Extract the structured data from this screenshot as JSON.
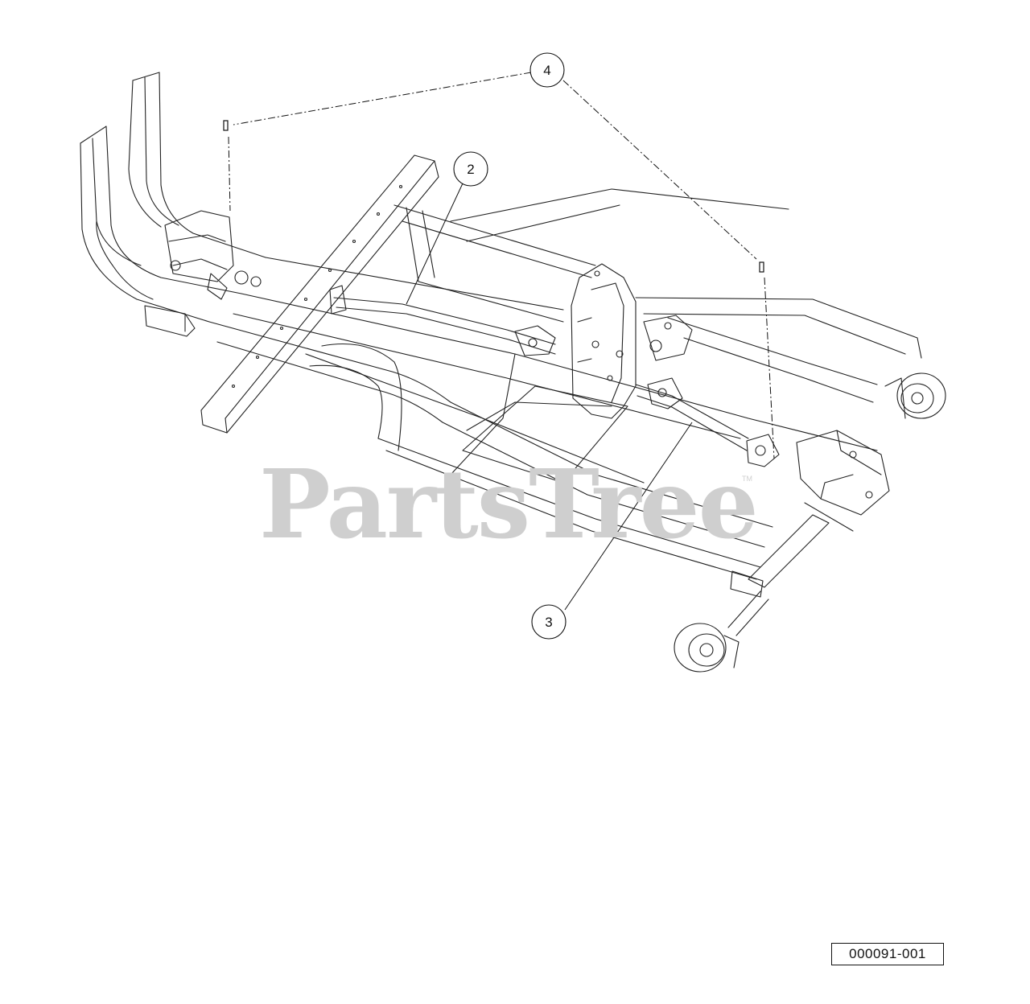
{
  "callouts": [
    {
      "id": "4",
      "label": "4"
    },
    {
      "id": "2",
      "label": "2"
    },
    {
      "id": "3",
      "label": "3"
    }
  ],
  "watermark": {
    "text": "PartsTree",
    "mark": "TM"
  },
  "part_number": "000091-001"
}
